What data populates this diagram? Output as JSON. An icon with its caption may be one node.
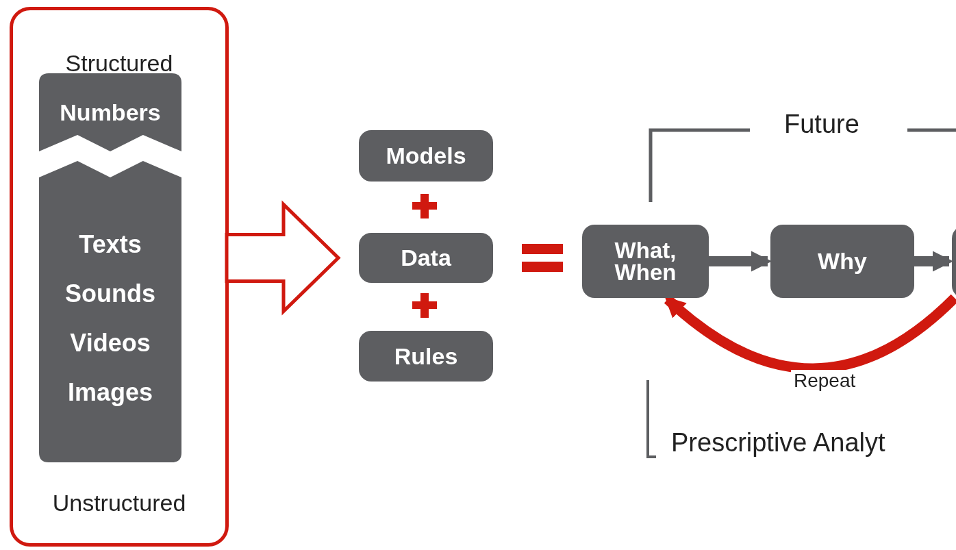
{
  "diagram": {
    "nodes": [
      {
        "text": [
          "Structured",
          "Unstructured"
        ]
      },
      {
        "text": [
          "Numbers"
        ],
        "in": 0
      },
      {
        "text": [
          "Texts",
          "Sounds",
          "Videos",
          "Images"
        ],
        "in": 0
      },
      {
        "text": [
          "Models"
        ]
      },
      {
        "text": [
          "Data"
        ]
      },
      {
        "text": [
          "Rules"
        ]
      },
      {
        "text": [
          "What, When"
        ]
      },
      {
        "text": [
          "Why"
        ]
      },
      {
        "text": [],
        "shape": "box"
      }
    ],
    "edges": [
      {
        "from": 0,
        "to": 4,
        "arrow": "to",
        "color": "#d0190f"
      },
      {
        "from": 6,
        "to": 7,
        "arrow": "to"
      },
      {
        "from": 7,
        "to": 8,
        "arrow": "to"
      },
      {
        "from": 8,
        "to": 6,
        "arrow": "to",
        "label": "Repeat",
        "color": "#d0190f"
      }
    ],
    "labels": [
      "Future",
      "Prescriptive Analyt"
    ]
  }
}
